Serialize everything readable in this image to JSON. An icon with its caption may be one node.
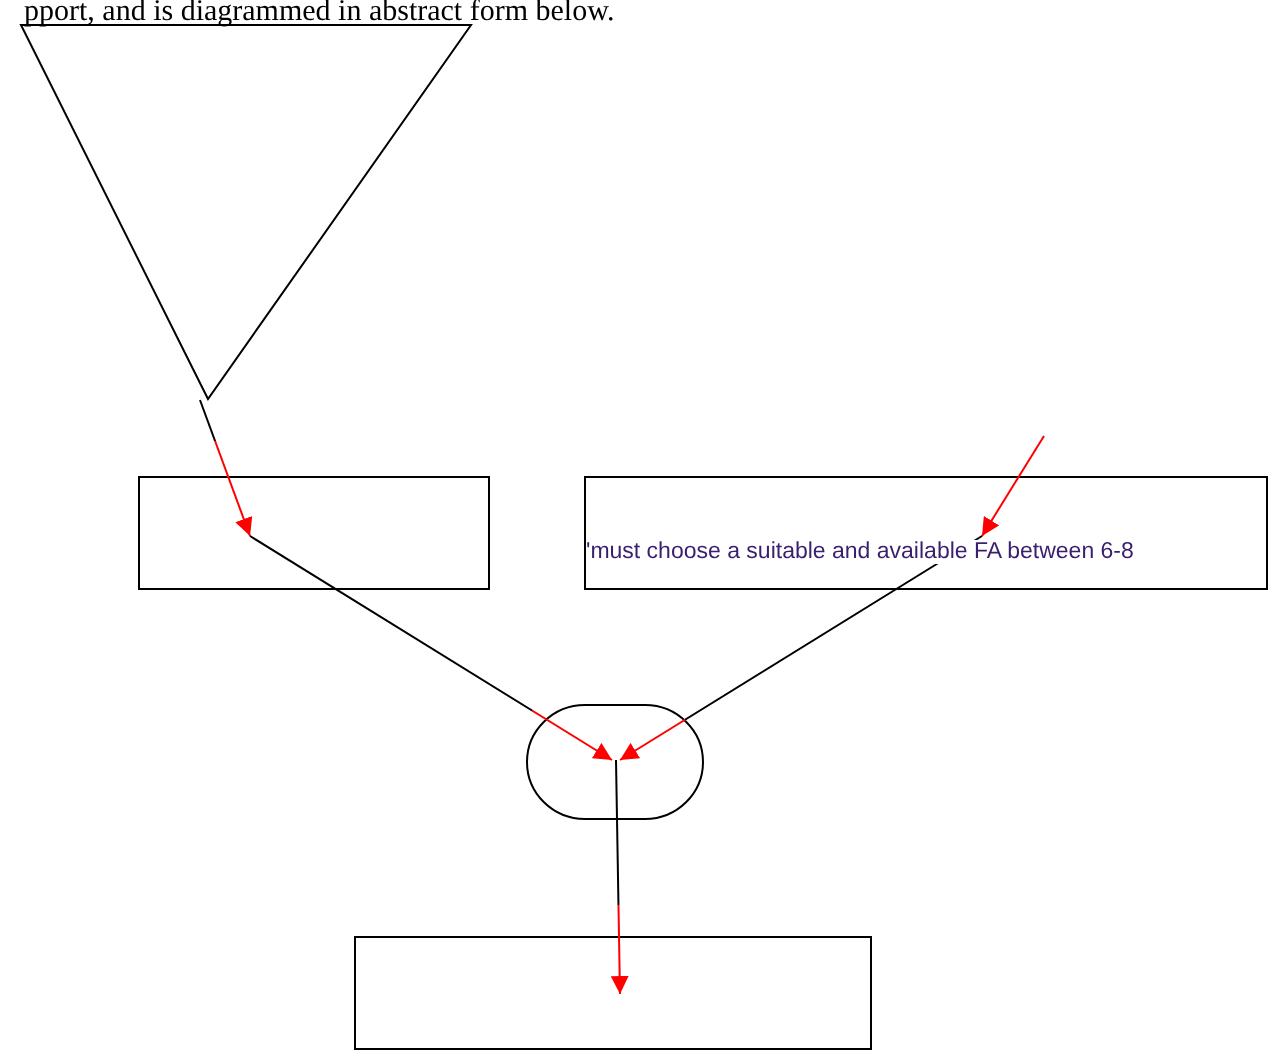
{
  "diagram": {
    "nodes": [
      {
        "text": [],
        "shape": "triangle"
      },
      {
        "text": [],
        "shape": "box"
      },
      {
        "text": [
          "'must choose a suitable and available FA between 6-8"
        ]
      },
      {
        "text": [],
        "shape": "oval"
      },
      {
        "text": [],
        "shape": "box"
      }
    ],
    "edges": [
      {
        "from": 0,
        "to": 1,
        "arrow": "to"
      },
      {
        "from": 1,
        "to": 3,
        "arrow": "to"
      },
      {
        "from": null,
        "to": 2,
        "arrow": "to"
      },
      {
        "from": 2,
        "to": 3,
        "arrow": "to"
      },
      {
        "from": 3,
        "to": 4,
        "arrow": "to"
      }
    ],
    "labels": [
      "pport, and is diagrammed in abstract form below."
    ]
  }
}
